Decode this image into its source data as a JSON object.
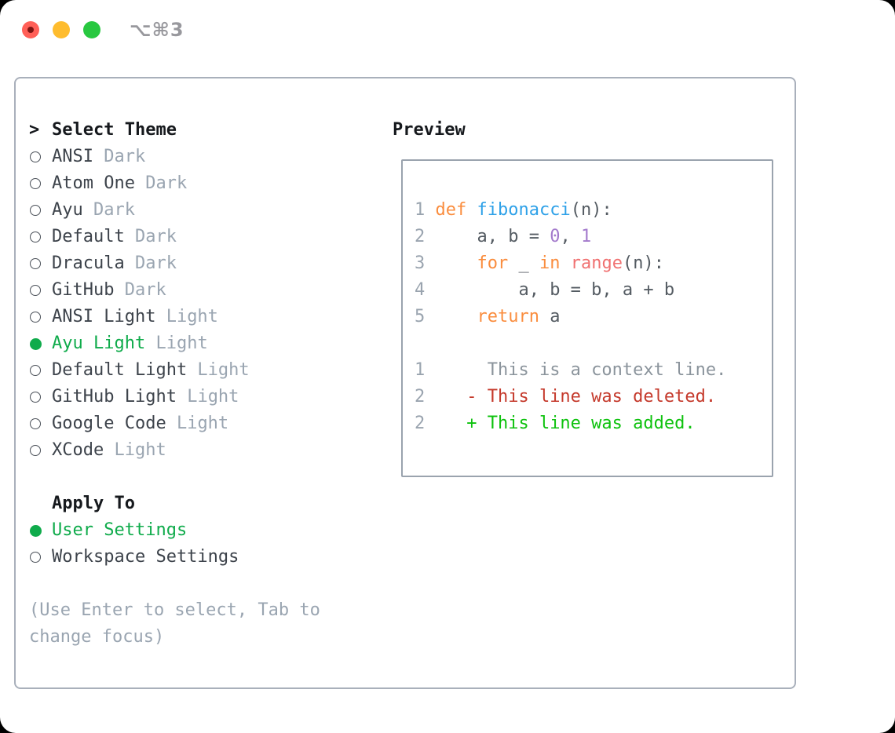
{
  "colors": {
    "outside_bg": "#000000",
    "window_bg": "#ffffff",
    "border_main": "#a9b0bb",
    "border_preview": "#9aa3ae",
    "text_dark": "#3d434b",
    "text_black": "#16191d",
    "muted": "#9aa5b1",
    "circle_outline": "#4a5058",
    "selection_green": "#0fab4b",
    "shortcut_gray": "#98989d",
    "traffic_red": "#ff5f57",
    "traffic_red_dot": "#7d1311",
    "traffic_yellow": "#febc2e",
    "traffic_green": "#28c840"
  },
  "window": {
    "shortcut_label": "⌥⌘3",
    "traffic_lights": [
      {
        "name": "close",
        "color_key": "traffic_red",
        "inner_dot": true
      },
      {
        "name": "minimize",
        "color_key": "traffic_yellow",
        "inner_dot": false
      },
      {
        "name": "zoom",
        "color_key": "traffic_green",
        "inner_dot": false
      }
    ]
  },
  "theme_picker": {
    "header_marker": ">",
    "header": "Select Theme",
    "items": [
      {
        "name": "ANSI",
        "variant": "Dark",
        "selected": false
      },
      {
        "name": "Atom One",
        "variant": "Dark",
        "selected": false
      },
      {
        "name": "Ayu",
        "variant": "Dark",
        "selected": false
      },
      {
        "name": "Default",
        "variant": "Dark",
        "selected": false
      },
      {
        "name": "Dracula",
        "variant": "Dark",
        "selected": false
      },
      {
        "name": "GitHub",
        "variant": "Dark",
        "selected": false
      },
      {
        "name": "ANSI Light",
        "variant": "Light",
        "selected": false
      },
      {
        "name": "Ayu Light",
        "variant": "Light",
        "selected": true
      },
      {
        "name": "Default Light",
        "variant": "Light",
        "selected": false
      },
      {
        "name": "GitHub Light",
        "variant": "Light",
        "selected": false
      },
      {
        "name": "Google Code",
        "variant": "Light",
        "selected": false
      },
      {
        "name": "XCode",
        "variant": "Light",
        "selected": false
      }
    ],
    "apply_to": {
      "header": "Apply To",
      "options": [
        {
          "name": "User Settings",
          "selected": true
        },
        {
          "name": "Workspace Settings",
          "selected": false
        }
      ]
    },
    "help": [
      "(Use Enter to select, Tab to",
      "change focus)"
    ]
  },
  "preview": {
    "header": "Preview",
    "syntax_colors": {
      "ln": "#9aa4af",
      "kw": "#fa8d3e",
      "fn": "#2ea1e8",
      "num": "#a37acc",
      "call": "#f07171",
      "pl": "#545b62",
      "ctx": "#8b949c",
      "del": "#c53a2c",
      "add": "#0ec20e"
    },
    "code_lines": [
      [
        {
          "t": "1 ",
          "c": "ln"
        },
        {
          "t": "def",
          "c": "kw"
        },
        {
          "t": " ",
          "c": "pl"
        },
        {
          "t": "fibonacci",
          "c": "fn"
        },
        {
          "t": "(n):",
          "c": "pl"
        }
      ],
      [
        {
          "t": "2 ",
          "c": "ln"
        },
        {
          "t": "    a, b = ",
          "c": "pl"
        },
        {
          "t": "0",
          "c": "num"
        },
        {
          "t": ", ",
          "c": "pl"
        },
        {
          "t": "1",
          "c": "num"
        }
      ],
      [
        {
          "t": "3 ",
          "c": "ln"
        },
        {
          "t": "    ",
          "c": "pl"
        },
        {
          "t": "for",
          "c": "kw"
        },
        {
          "t": " _ ",
          "c": "pl"
        },
        {
          "t": "in",
          "c": "kw"
        },
        {
          "t": " ",
          "c": "pl"
        },
        {
          "t": "range",
          "c": "call"
        },
        {
          "t": "(n):",
          "c": "pl"
        }
      ],
      [
        {
          "t": "4 ",
          "c": "ln"
        },
        {
          "t": "        a, b = b, a + b",
          "c": "pl"
        }
      ],
      [
        {
          "t": "5 ",
          "c": "ln"
        },
        {
          "t": "    ",
          "c": "pl"
        },
        {
          "t": "return",
          "c": "kw"
        },
        {
          "t": " a",
          "c": "pl"
        }
      ],
      [],
      [
        {
          "t": "1",
          "c": "ln"
        },
        {
          "t": "      This is a context line.",
          "c": "ctx"
        }
      ],
      [
        {
          "t": "2",
          "c": "ln"
        },
        {
          "t": "    - This line was deleted.",
          "c": "del"
        }
      ],
      [
        {
          "t": "2",
          "c": "ln"
        },
        {
          "t": "    + This line was added.",
          "c": "add"
        }
      ]
    ]
  }
}
